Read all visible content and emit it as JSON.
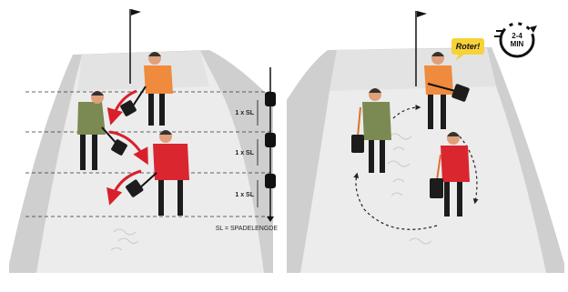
{
  "left_panel": {
    "interval_label_1": "1 x SL",
    "interval_label_2": "1 x SL",
    "interval_label_3": "1 x SL",
    "legend": "SL = SPADELENGDE"
  },
  "right_panel": {
    "speech_bubble": "Roter!",
    "timer_line1": "2-4",
    "timer_line2": "MIN"
  },
  "colors": {
    "snow": "#ececec",
    "snow_wall": "#cfcfcf",
    "arrow_red": "#d9202a",
    "jacket_orange": "#f08a3c",
    "jacket_green": "#7a8a52",
    "jacket_red": "#d9262f",
    "pants": "#1c1c1c",
    "shovel": "#222222",
    "bubble": "#f7d23a"
  },
  "icons": [
    "flag-icon",
    "shovel-icon",
    "timer-icon",
    "speech-bubble-icon"
  ]
}
